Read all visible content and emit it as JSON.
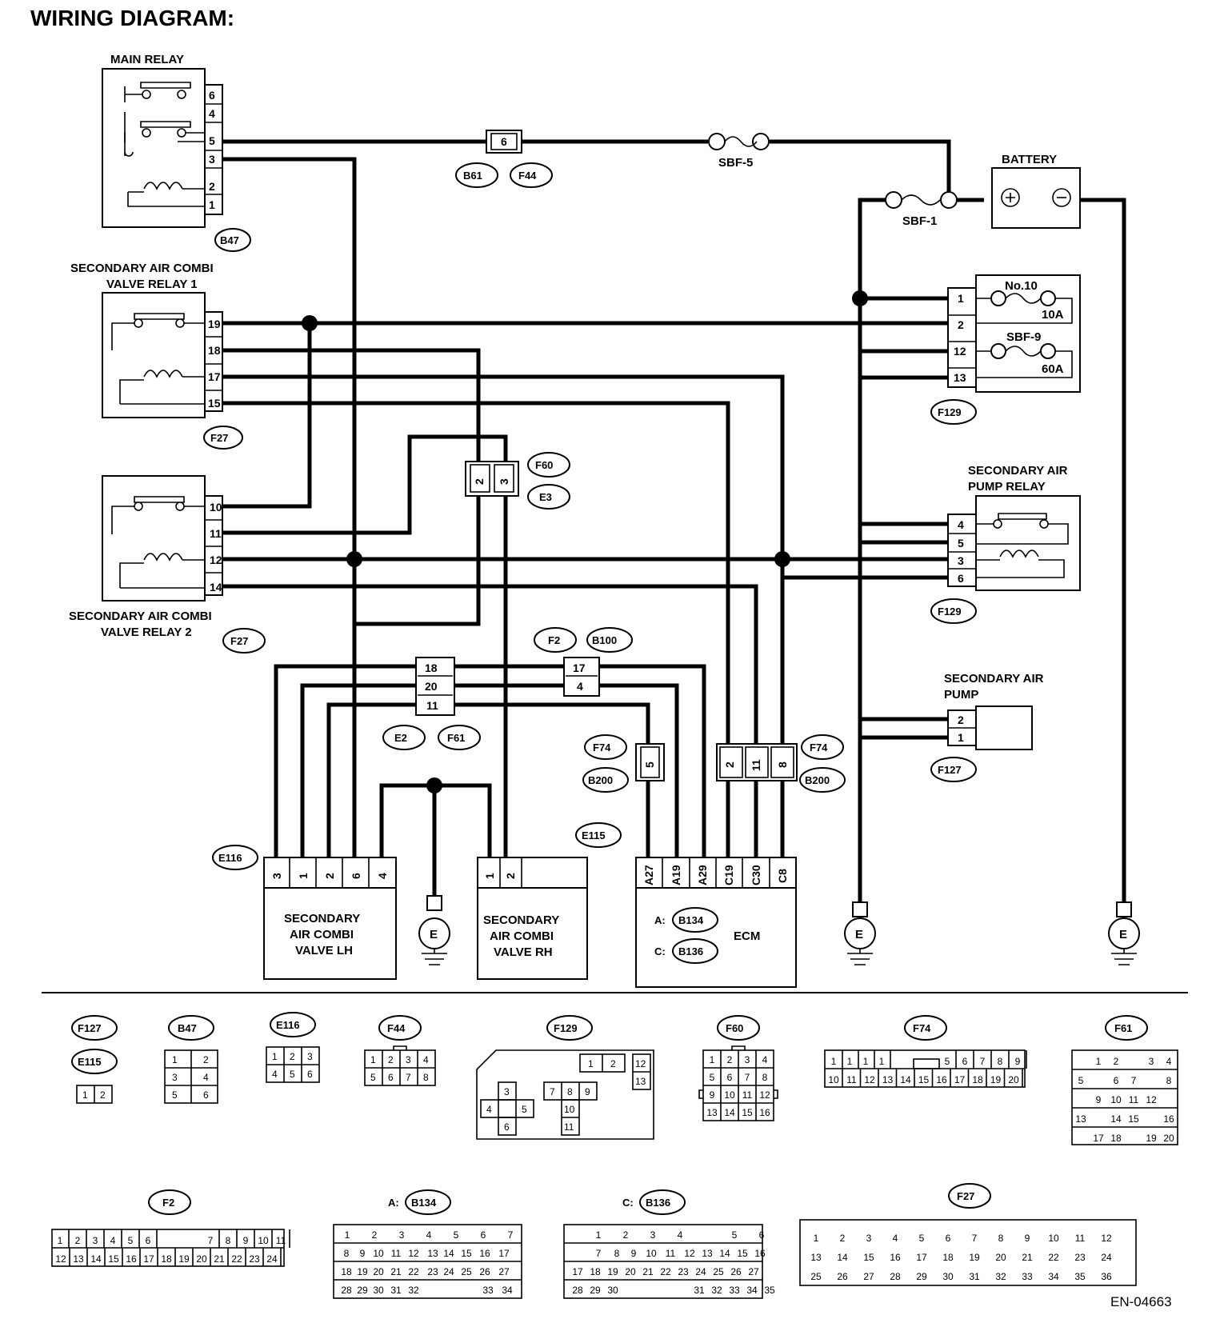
{
  "title": "WIRING DIAGRAM:",
  "components": {
    "main_relay": {
      "label": "MAIN RELAY",
      "pins": [
        "6",
        "4",
        "5",
        "3",
        "2",
        "1"
      ],
      "connector": "B47"
    },
    "relay1": {
      "label_1": "SECONDARY AIR COMBI",
      "label_2": "VALVE RELAY 1",
      "pins": [
        "19",
        "18",
        "17",
        "15"
      ],
      "connector": "F27"
    },
    "relay2": {
      "label_1": "SECONDARY AIR COMBI",
      "label_2": "VALVE RELAY 2",
      "pins": [
        "10",
        "11",
        "12",
        "14"
      ],
      "connector": "F27"
    },
    "battery": {
      "label": "BATTERY",
      "fuse_main": "SBF-1",
      "fuse_sbf5": "SBF-5"
    },
    "fuse_box": {
      "pins": [
        "1",
        "2",
        "12",
        "13"
      ],
      "fuse_a_name": "No.10",
      "fuse_a_rating": "10A",
      "fuse_b_name": "SBF-9",
      "fuse_b_rating": "60A",
      "connector": "F129"
    },
    "pump_relay": {
      "label_1": "SECONDARY AIR",
      "label_2": "PUMP RELAY",
      "pins": [
        "4",
        "5",
        "3",
        "6"
      ],
      "connector": "F129"
    },
    "pump": {
      "label_1": "SECONDARY AIR",
      "label_2": "PUMP",
      "pins": [
        "2",
        "1"
      ],
      "connector": "F127"
    },
    "valve_lh": {
      "label_1": "SECONDARY",
      "label_2": "AIR COMBI",
      "label_3": "VALVE LH",
      "pins": [
        "3",
        "1",
        "2",
        "6",
        "4"
      ],
      "connector": "E116"
    },
    "valve_rh": {
      "label_1": "SECONDARY",
      "label_2": "AIR COMBI",
      "label_3": "VALVE RH",
      "pins": [
        "1",
        "2"
      ],
      "connector": "E115"
    },
    "ecm": {
      "label": "ECM",
      "pins": [
        "A27",
        "A19",
        "A29",
        "C19",
        "C30",
        "C8"
      ],
      "prefix_a": "A:",
      "prefix_c": "C:",
      "conn_a": "B134",
      "conn_c": "B136"
    },
    "ground": "E"
  },
  "inline": {
    "b61_pin": "6",
    "b61": "B61",
    "f44": "F44",
    "f60_pins": [
      "2",
      "3"
    ],
    "f60": "F60",
    "e3": "E3",
    "e2_pins": [
      "18",
      "20",
      "11"
    ],
    "e2": "E2",
    "f61": "F61",
    "f2_pins": [
      "17",
      "4"
    ],
    "f2": "F2",
    "b100": "B100",
    "f74_left_pin": "5",
    "f74_right_pins": [
      "2",
      "11",
      "8"
    ],
    "f74": "F74",
    "b200": "B200"
  },
  "legend": {
    "f127": "F127",
    "e115": "E115",
    "f127_pins": [
      "1",
      "2"
    ],
    "b47": "B47",
    "b47_pins": [
      "1",
      "2",
      "3",
      "4",
      "5",
      "6"
    ],
    "e116": "E116",
    "e116_pins": [
      "1",
      "2",
      "3",
      "4",
      "5",
      "6"
    ],
    "f44": "F44",
    "f44_pins": [
      "1",
      "2",
      "3",
      "4",
      "5",
      "6",
      "7",
      "8"
    ],
    "f129": "F129",
    "f129_pins": [
      "1",
      "2",
      "12",
      "13",
      "3",
      "7",
      "8",
      "9",
      "4",
      "5",
      "10",
      "6",
      "11"
    ],
    "f60": "F60",
    "f60_pins": [
      "1",
      "2",
      "3",
      "4",
      "5",
      "6",
      "7",
      "8",
      "9",
      "10",
      "11",
      "12",
      "13",
      "14",
      "15",
      "16"
    ],
    "f74": "F74",
    "f74_row1": [
      "1",
      "1",
      "1",
      "1",
      "5",
      "6",
      "7",
      "8",
      "9"
    ],
    "f74_row2": [
      "10",
      "11",
      "12",
      "13",
      "14",
      "15",
      "16",
      "17",
      "18",
      "19",
      "20"
    ],
    "f61": "F61",
    "f61_pins": [
      "1",
      "2",
      "3",
      "4",
      "5",
      "6",
      "7",
      "8",
      "9",
      "10",
      "11",
      "12",
      "13",
      "14",
      "15",
      "16",
      "17",
      "18",
      "19",
      "20"
    ],
    "f2": "F2",
    "f2_row1": [
      "1",
      "2",
      "3",
      "4",
      "5",
      "6",
      "7",
      "8",
      "9",
      "10",
      "11"
    ],
    "f2_row2": [
      "12",
      "13",
      "14",
      "15",
      "16",
      "17",
      "18",
      "19",
      "20",
      "21",
      "22",
      "23",
      "24"
    ],
    "b134_prefix": "A:",
    "b134": "B134",
    "b134_rows": [
      [
        "1",
        "2",
        "3",
        "4",
        "5",
        "6",
        "7"
      ],
      [
        "8",
        "9",
        "10",
        "11",
        "12",
        "13",
        "14",
        "15",
        "16",
        "17"
      ],
      [
        "18",
        "19",
        "20",
        "21",
        "22",
        "23",
        "24",
        "25",
        "26",
        "27"
      ],
      [
        "28",
        "29",
        "30",
        "31",
        "32",
        "33",
        "34"
      ]
    ],
    "b136_prefix": "C:",
    "b136": "B136",
    "b136_rows": [
      [
        "1",
        "2",
        "3",
        "4",
        "5",
        "6"
      ],
      [
        "7",
        "8",
        "9",
        "10",
        "11",
        "12",
        "13",
        "14",
        "15",
        "16"
      ],
      [
        "17",
        "18",
        "19",
        "20",
        "21",
        "22",
        "23",
        "24",
        "25",
        "26",
        "27"
      ],
      [
        "28",
        "29",
        "30",
        "31",
        "32",
        "33",
        "34",
        "35"
      ]
    ],
    "f27": "F27",
    "f27_pins": [
      "1",
      "2",
      "3",
      "4",
      "5",
      "6",
      "7",
      "8",
      "9",
      "10",
      "11",
      "12",
      "13",
      "14",
      "15",
      "16",
      "17",
      "18",
      "19",
      "20",
      "21",
      "22",
      "23",
      "24",
      "25",
      "26",
      "27",
      "28",
      "29",
      "30",
      "31",
      "32",
      "33",
      "34",
      "35",
      "36"
    ]
  },
  "code": "EN-04663"
}
